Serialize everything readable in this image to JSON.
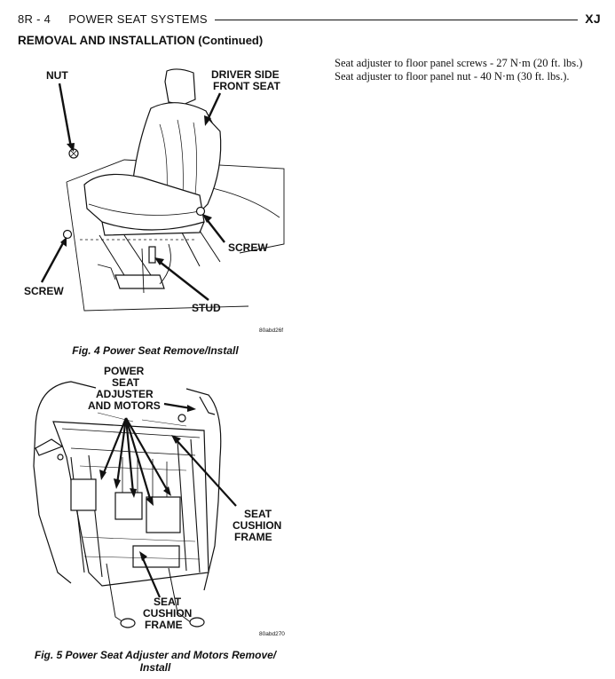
{
  "header": {
    "page_number": "8R - 4",
    "section_title": "POWER SEAT SYSTEMS",
    "vehicle_code": "XJ"
  },
  "section_heading": {
    "title": "REMOVAL AND INSTALLATION",
    "suffix": "(Continued)"
  },
  "body": {
    "paragraphs": [
      "Seat adjuster to floor panel screws - 27 N·m (20 ft. lbs.)",
      "Seat adjuster to floor panel nut - 40 N·m (30 ft. lbs.)."
    ]
  },
  "figure4": {
    "labels": {
      "nut": "NUT",
      "driver_seat_line1": "DRIVER SIDE",
      "driver_seat_line2": "FRONT SEAT",
      "screw_right": "SCREW",
      "screw_left": "SCREW",
      "stud": "STUD"
    },
    "code": "80abd26f",
    "caption": "Fig. 4 Power Seat Remove/Install"
  },
  "figure5": {
    "labels": {
      "adjuster_line1": "POWER",
      "adjuster_line2": "SEAT",
      "adjuster_line3": "ADJUSTER",
      "adjuster_line4": "AND MOTORS",
      "frame_right_line1": "SEAT",
      "frame_right_line2": "CUSHION",
      "frame_right_line3": "FRAME",
      "frame_bottom_line1": "SEAT",
      "frame_bottom_line2": "CUSHION",
      "frame_bottom_line3": "FRAME"
    },
    "code": "80abd270",
    "caption_line1": "Fig. 5 Power Seat Adjuster and Motors Remove/",
    "caption_line2": "Install"
  }
}
